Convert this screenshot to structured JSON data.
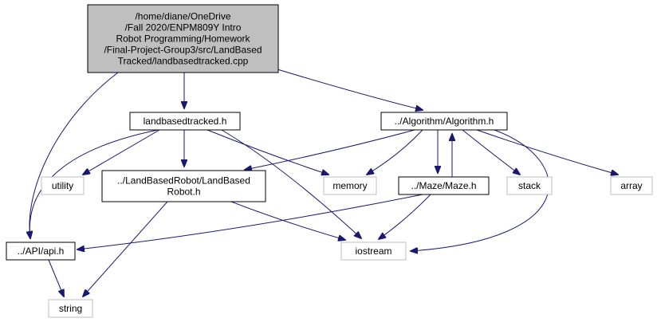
{
  "diagram": {
    "type": "include-dependency-graph",
    "nodes": [
      {
        "id": "root",
        "lines": [
          "/home/diane/OneDrive",
          "/Fall 2020/ENPM809Y Intro",
          " Robot Programming/Homework",
          "/Final-Project-Group3/src/LandBased",
          "Tracked/landbasedtracked.cpp"
        ],
        "style": "root",
        "fill": "#bfbfbf",
        "stroke": "#000000"
      },
      {
        "id": "lbt_h",
        "lines": [
          "landbasedtracked.h"
        ],
        "style": "file",
        "fill": "#ffffff",
        "stroke": "#000000"
      },
      {
        "id": "algo_h",
        "lines": [
          "../Algorithm/Algorithm.h"
        ],
        "style": "file",
        "fill": "#ffffff",
        "stroke": "#000000"
      },
      {
        "id": "utility",
        "lines": [
          "utility"
        ],
        "style": "system",
        "fill": "#ffffff",
        "stroke": "#bfbfbf"
      },
      {
        "id": "lbr_h",
        "lines": [
          "../LandBasedRobot/LandBased",
          "Robot.h"
        ],
        "style": "file",
        "fill": "#ffffff",
        "stroke": "#000000"
      },
      {
        "id": "memory",
        "lines": [
          "memory"
        ],
        "style": "system",
        "fill": "#ffffff",
        "stroke": "#bfbfbf"
      },
      {
        "id": "maze_h",
        "lines": [
          "../Maze/Maze.h"
        ],
        "style": "file",
        "fill": "#ffffff",
        "stroke": "#000000"
      },
      {
        "id": "stack",
        "lines": [
          "stack"
        ],
        "style": "system",
        "fill": "#ffffff",
        "stroke": "#bfbfbf"
      },
      {
        "id": "array",
        "lines": [
          "array"
        ],
        "style": "system",
        "fill": "#ffffff",
        "stroke": "#bfbfbf"
      },
      {
        "id": "api_h",
        "lines": [
          "../API/api.h"
        ],
        "style": "file",
        "fill": "#ffffff",
        "stroke": "#000000"
      },
      {
        "id": "iostream",
        "lines": [
          "iostream"
        ],
        "style": "system",
        "fill": "#ffffff",
        "stroke": "#bfbfbf"
      },
      {
        "id": "string",
        "lines": [
          "string"
        ],
        "style": "system",
        "fill": "#ffffff",
        "stroke": "#bfbfbf"
      }
    ],
    "edges": [
      {
        "from": "root",
        "to": "lbt_h"
      },
      {
        "from": "root",
        "to": "algo_h"
      },
      {
        "from": "root",
        "to": "api_h"
      },
      {
        "from": "lbt_h",
        "to": "api_h"
      },
      {
        "from": "lbt_h",
        "to": "utility"
      },
      {
        "from": "lbt_h",
        "to": "lbr_h"
      },
      {
        "from": "lbt_h",
        "to": "memory"
      },
      {
        "from": "lbt_h",
        "to": "iostream"
      },
      {
        "from": "algo_h",
        "to": "lbr_h"
      },
      {
        "from": "algo_h",
        "to": "memory"
      },
      {
        "from": "algo_h",
        "to": "maze_h"
      },
      {
        "from": "algo_h",
        "to": "stack"
      },
      {
        "from": "algo_h",
        "to": "array"
      },
      {
        "from": "algo_h",
        "to": "iostream"
      },
      {
        "from": "maze_h",
        "to": "algo_h"
      },
      {
        "from": "maze_h",
        "to": "api_h"
      },
      {
        "from": "maze_h",
        "to": "iostream"
      },
      {
        "from": "lbr_h",
        "to": "string"
      },
      {
        "from": "lbr_h",
        "to": "iostream"
      },
      {
        "from": "api_h",
        "to": "string"
      }
    ],
    "edge_color": "#191970"
  }
}
